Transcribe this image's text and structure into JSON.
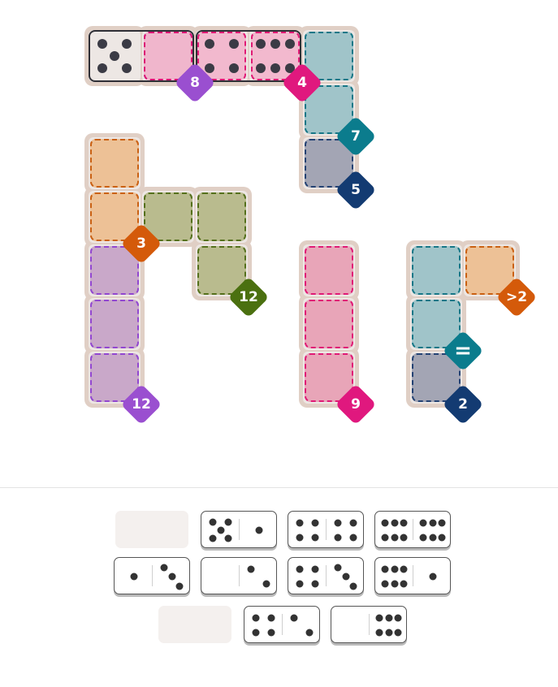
{
  "board": {
    "regions": [
      {
        "id": "r8",
        "fill": "#c4a3c8",
        "border": "#8e3fcf",
        "cells": [
          [
            0,
            1
          ]
        ],
        "constraint": "8",
        "badge_color": "#9a4fd0"
      },
      {
        "id": "r4",
        "fill": "#f3b7cd",
        "border": "#e01070",
        "cells": [
          [
            0,
            1
          ],
          [
            0,
            2
          ],
          [
            0,
            3
          ]
        ],
        "constraint": "4",
        "badge_color": "#e0187e"
      },
      {
        "id": "r7",
        "fill": "#9cc3c8",
        "border": "#0c7283",
        "cells": [
          [
            0,
            4
          ],
          [
            1,
            4
          ]
        ],
        "constraint": "7",
        "badge_color": "#0b7c8d"
      },
      {
        "id": "r5",
        "fill": "#a0a2b2",
        "border": "#1a3a6e",
        "cells": [
          [
            2,
            4
          ]
        ],
        "constraint": "5",
        "badge_color": "#133b72"
      },
      {
        "id": "r3",
        "fill": "#eebf92",
        "border": "#c95a08",
        "cells": [
          [
            2,
            0
          ],
          [
            3,
            0
          ]
        ],
        "constraint": "3",
        "badge_color": "#d45a0a"
      },
      {
        "id": "r12g",
        "fill": "#b7b98a",
        "border": "#4d6a12",
        "cells": [
          [
            3,
            1
          ],
          [
            3,
            2
          ],
          [
            4,
            2
          ]
        ],
        "constraint": "12",
        "badge_color": "#4b7010"
      },
      {
        "id": "r12p",
        "fill": "#c8a5c8",
        "border": "#8e3fcf",
        "cells": [
          [
            4,
            0
          ],
          [
            5,
            0
          ],
          [
            6,
            0
          ]
        ],
        "constraint": "12",
        "badge_color": "#9a4fd0"
      },
      {
        "id": "r9",
        "fill": "#e8a2b6",
        "border": "#e01070",
        "cells": [
          [
            4,
            4
          ],
          [
            5,
            4
          ],
          [
            6,
            4
          ]
        ],
        "constraint": "9",
        "badge_color": "#e0187e"
      },
      {
        "id": "req",
        "fill": "#9cc3c8",
        "border": "#0c7283",
        "cells": [
          [
            4,
            6
          ],
          [
            5,
            6
          ]
        ],
        "constraint": "=",
        "badge_color": "#0b7c8d"
      },
      {
        "id": "rgt2",
        "fill": "#eebf92",
        "border": "#c95a08",
        "cells": [
          [
            4,
            7
          ]
        ],
        "constraint": ">2",
        "badge_color": "#d45a0a"
      },
      {
        "id": "r2",
        "fill": "#a0a2b2",
        "border": "#1a3a6e",
        "cells": [
          [
            6,
            6
          ]
        ],
        "constraint": "2",
        "badge_color": "#133b72"
      }
    ],
    "placed_dominoes": [
      {
        "a": [
          0,
          0
        ],
        "b": [
          0,
          1
        ],
        "values": [
          5,
          0
        ]
      },
      {
        "a": [
          0,
          2
        ],
        "b": [
          0,
          3
        ],
        "values": [
          4,
          6
        ]
      }
    ],
    "accent_colors": {
      "cell_bg": "#e0cfc5",
      "pip": "#3b3b45"
    }
  },
  "tray": {
    "rows": [
      [
        {
          "empty": true
        },
        {
          "values": [
            5,
            1
          ]
        },
        {
          "values": [
            4,
            4
          ]
        },
        {
          "values": [
            6,
            6
          ]
        }
      ],
      [
        {
          "values": [
            1,
            3
          ]
        },
        {
          "values": [
            0,
            2
          ]
        },
        {
          "values": [
            4,
            3
          ]
        },
        {
          "values": [
            6,
            1
          ]
        }
      ],
      [
        {
          "empty": true
        },
        {
          "values": [
            4,
            2
          ]
        },
        {
          "values": [
            0,
            6
          ]
        }
      ]
    ]
  }
}
